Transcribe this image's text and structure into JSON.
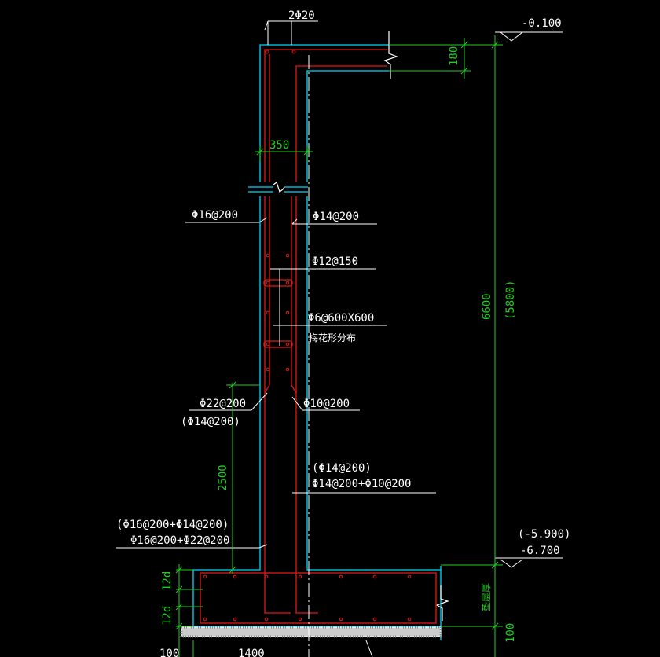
{
  "labels": {
    "top_bar": "2Φ20",
    "top_elev": "-0.100",
    "slab_thk": "180",
    "wall_thk": "350",
    "bar_left_1": "Φ16@200",
    "bar_right_1": "Φ14@200",
    "tie_bar": "Φ12@150",
    "stirrup": "Φ6@600X600",
    "stirrup_note": "梅花形分布",
    "bar_left_2a": "Φ22@200",
    "bar_left_2b": "(Φ14@200)",
    "bar_right_2": "Φ10@200",
    "lap_len": "2500",
    "bar_right_3a": "(Φ14@200)",
    "bar_right_3b": "Φ14@200+Φ10@200",
    "bar_left_3a": "(Φ16@200+Φ14@200)",
    "bar_left_3b": "Φ16@200+Φ22@200",
    "height_total": "6600",
    "height_alt": "(5800)",
    "elev_alt": "(-5.900)",
    "bottom_elev": "-6.700",
    "anchor_1": "12d",
    "anchor_2": "12d",
    "cushion_label": "垫层厚",
    "cushion_thk": "100",
    "bottom_100": "100",
    "bottom_1400": "1400"
  },
  "colors": {
    "outline": "#00d8ff",
    "rebar": "#e01818",
    "dimension": "#22cc22",
    "leader": "#ffffff",
    "background": "#000000"
  }
}
